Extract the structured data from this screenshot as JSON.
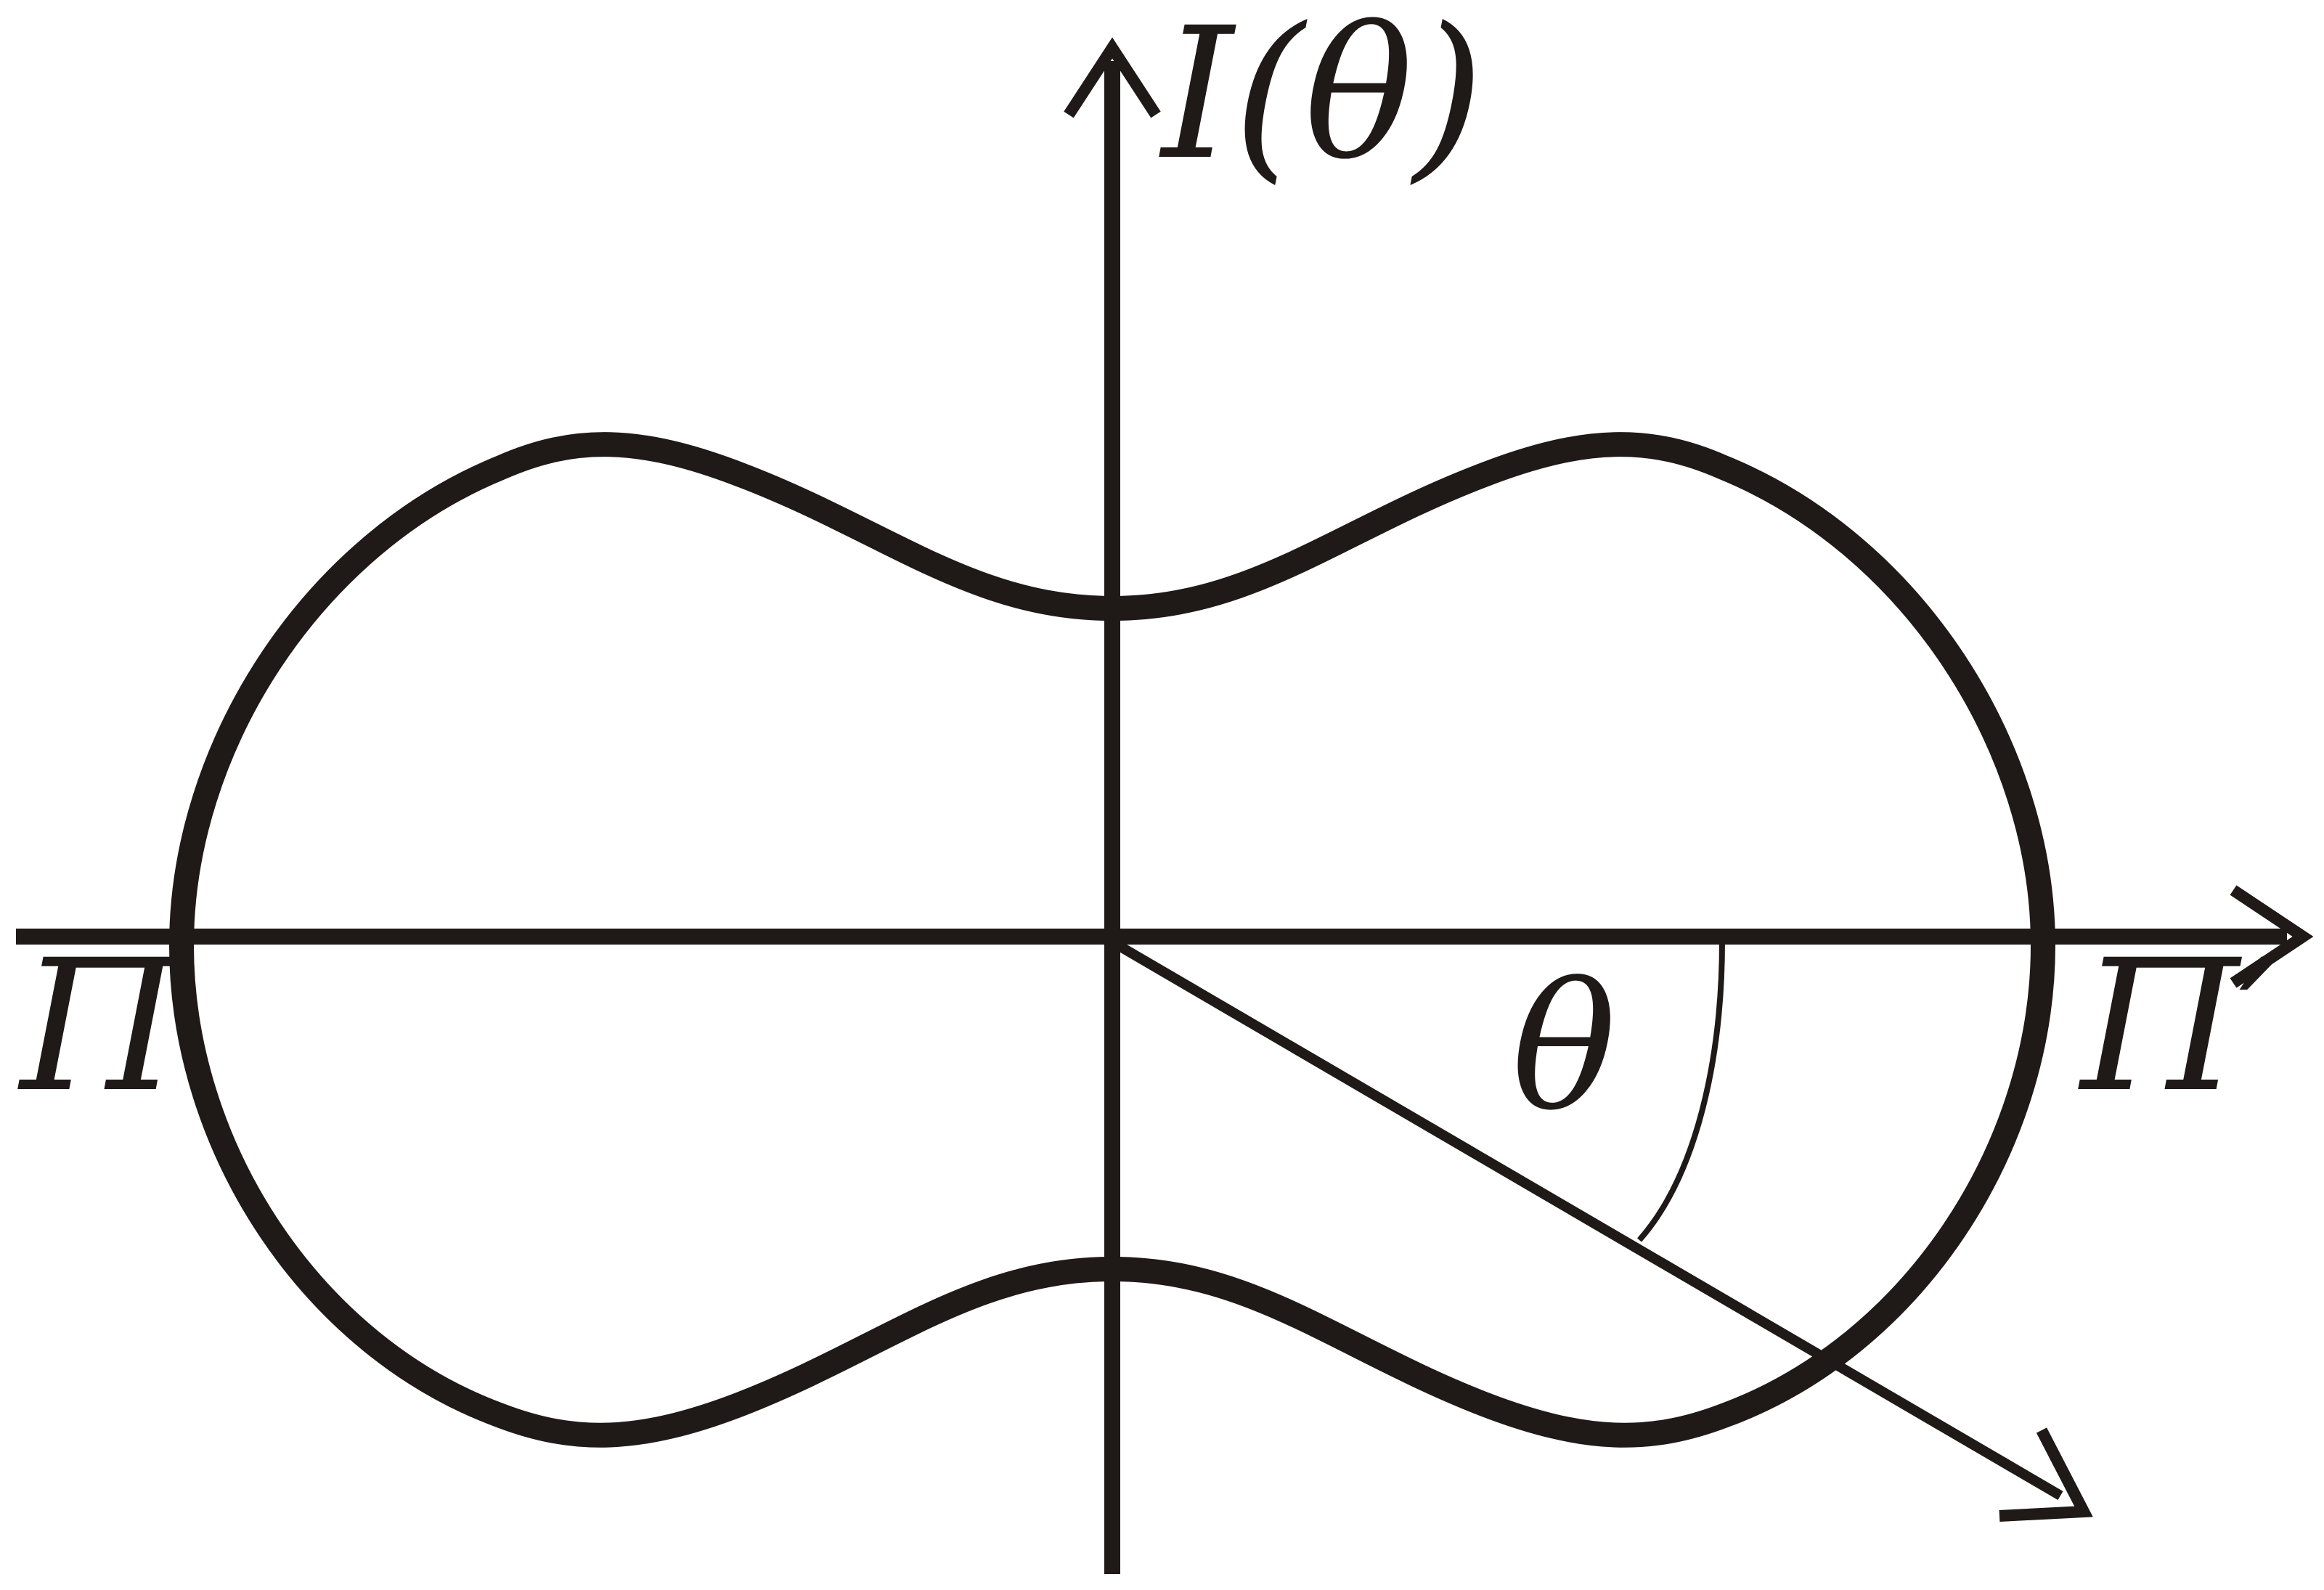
{
  "diagram": {
    "labels": {
      "vertical_axis": "I(θ)",
      "left_axis_end": "Π",
      "right_axis_end": "Π′",
      "angle": "θ"
    },
    "colors": {
      "ink": "#1f1a17",
      "background": "#ffffff"
    }
  }
}
